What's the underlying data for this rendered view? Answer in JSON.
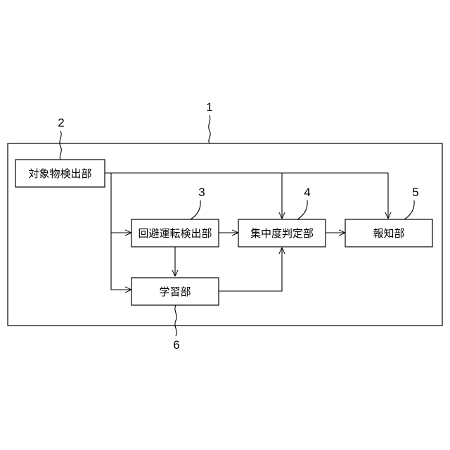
{
  "diagram": {
    "system": {
      "ref": "1"
    },
    "blocks": {
      "object_detector": {
        "ref": "2",
        "label": "対象物検出部"
      },
      "avoidance_detector": {
        "ref": "3",
        "label": "回避運転検出部"
      },
      "concentration_judge": {
        "ref": "4",
        "label": "集中度判定部"
      },
      "notifier": {
        "ref": "5",
        "label": "報知部"
      },
      "learning": {
        "ref": "6",
        "label": "学習部"
      }
    },
    "connections": [
      {
        "from": "object_detector",
        "to": "concentration_judge"
      },
      {
        "from": "object_detector",
        "to": "notifier"
      },
      {
        "from": "object_detector",
        "to": "avoidance_detector"
      },
      {
        "from": "object_detector",
        "to": "learning"
      },
      {
        "from": "avoidance_detector",
        "to": "concentration_judge"
      },
      {
        "from": "avoidance_detector",
        "to": "learning"
      },
      {
        "from": "concentration_judge",
        "to": "notifier"
      },
      {
        "from": "learning",
        "to": "concentration_judge"
      }
    ]
  }
}
